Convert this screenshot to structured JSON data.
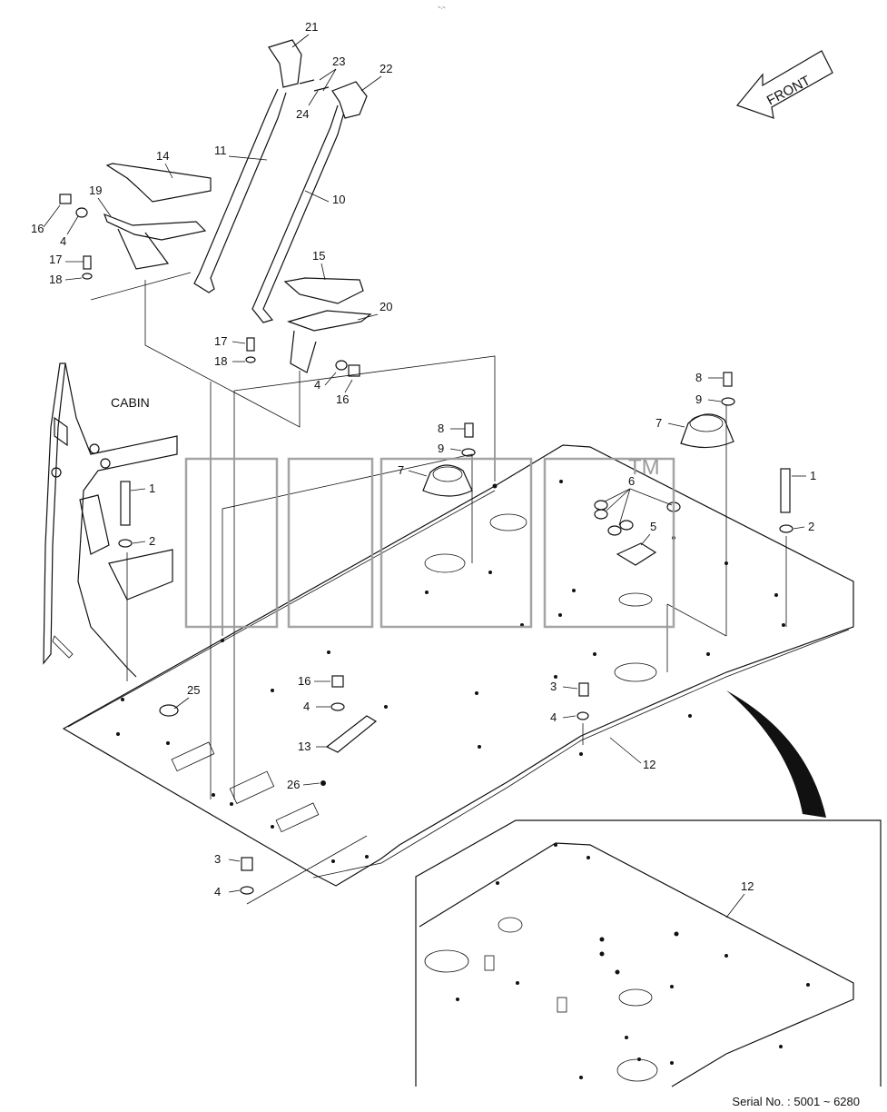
{
  "drawing": {
    "cabin_label": "CABIN",
    "front_label": "FRONT",
    "serial": "Serial No. : 5001 ~ 6280",
    "watermark": "TM",
    "callouts": [
      {
        "id": "c21",
        "text": "21"
      },
      {
        "id": "c23",
        "text": "23"
      },
      {
        "id": "c22",
        "text": "22"
      },
      {
        "id": "c24",
        "text": "24"
      },
      {
        "id": "c11",
        "text": "11"
      },
      {
        "id": "c14",
        "text": "14"
      },
      {
        "id": "c10",
        "text": "10"
      },
      {
        "id": "c19",
        "text": "19"
      },
      {
        "id": "c16a",
        "text": "16"
      },
      {
        "id": "c4a",
        "text": "4"
      },
      {
        "id": "c15",
        "text": "15"
      },
      {
        "id": "c17a",
        "text": "17"
      },
      {
        "id": "c18a",
        "text": "18"
      },
      {
        "id": "c20",
        "text": "20"
      },
      {
        "id": "c17b",
        "text": "17"
      },
      {
        "id": "c18b",
        "text": "18"
      },
      {
        "id": "c4b",
        "text": "4"
      },
      {
        "id": "c16b",
        "text": "16"
      },
      {
        "id": "c8a",
        "text": "8"
      },
      {
        "id": "c9a",
        "text": "9"
      },
      {
        "id": "c7a",
        "text": "7"
      },
      {
        "id": "c8b",
        "text": "8"
      },
      {
        "id": "c9b",
        "text": "9"
      },
      {
        "id": "c7b",
        "text": "7"
      },
      {
        "id": "c6",
        "text": "6"
      },
      {
        "id": "c5",
        "text": "5"
      },
      {
        "id": "c1a",
        "text": "1"
      },
      {
        "id": "c2a",
        "text": "2"
      },
      {
        "id": "c1b",
        "text": "1"
      },
      {
        "id": "c2b",
        "text": "2"
      },
      {
        "id": "c25",
        "text": "25"
      },
      {
        "id": "c16c",
        "text": "16"
      },
      {
        "id": "c4c",
        "text": "4"
      },
      {
        "id": "c13",
        "text": "13"
      },
      {
        "id": "c26",
        "text": "26"
      },
      {
        "id": "c3a",
        "text": "3"
      },
      {
        "id": "c4d",
        "text": "4"
      },
      {
        "id": "c12a",
        "text": "12"
      },
      {
        "id": "c3b",
        "text": "3"
      },
      {
        "id": "c4e",
        "text": "4"
      },
      {
        "id": "c12b",
        "text": "12"
      }
    ]
  }
}
